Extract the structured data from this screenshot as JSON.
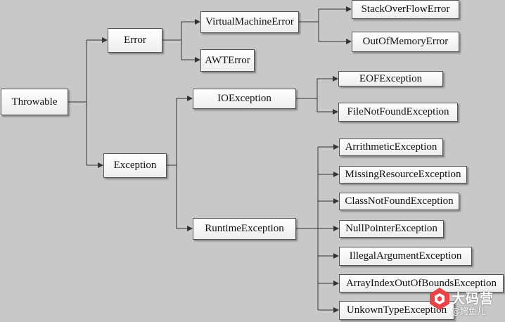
{
  "nodes": {
    "throwable": "Throwable",
    "error": "Error",
    "exception": "Exception",
    "virtual_machine_error": "VirtualMachineError",
    "awt_error": "AWTError",
    "stack_overflow_error": "StackOverFlowError",
    "out_of_memory_error": "OutOfMemoryError",
    "io_exception": "IOException",
    "runtime_exception": "RuntimeException",
    "eof_exception": "EOFException",
    "file_not_found_exception": "FileNotFoundException",
    "arithmetic_exception": "ArrithmeticException",
    "missing_resource_exception": "MissingResourceException",
    "class_not_found_exception": "ClassNotFoundException",
    "null_pointer_exception": "NullPointerException",
    "illegal_argument_exception": "IllegalArgumentException",
    "array_index_out_of_bounds_exception": "ArrayIndexOutOfBoundsException",
    "unknown_type_exception": "UnkownTypeException"
  },
  "watermark": {
    "title": "大码营",
    "author": "@鳄鱼儿"
  },
  "colors": {
    "background": "#c8c8c8",
    "connector": "#333333",
    "node_border": "#555555",
    "watermark_logo": "#e8454a"
  }
}
